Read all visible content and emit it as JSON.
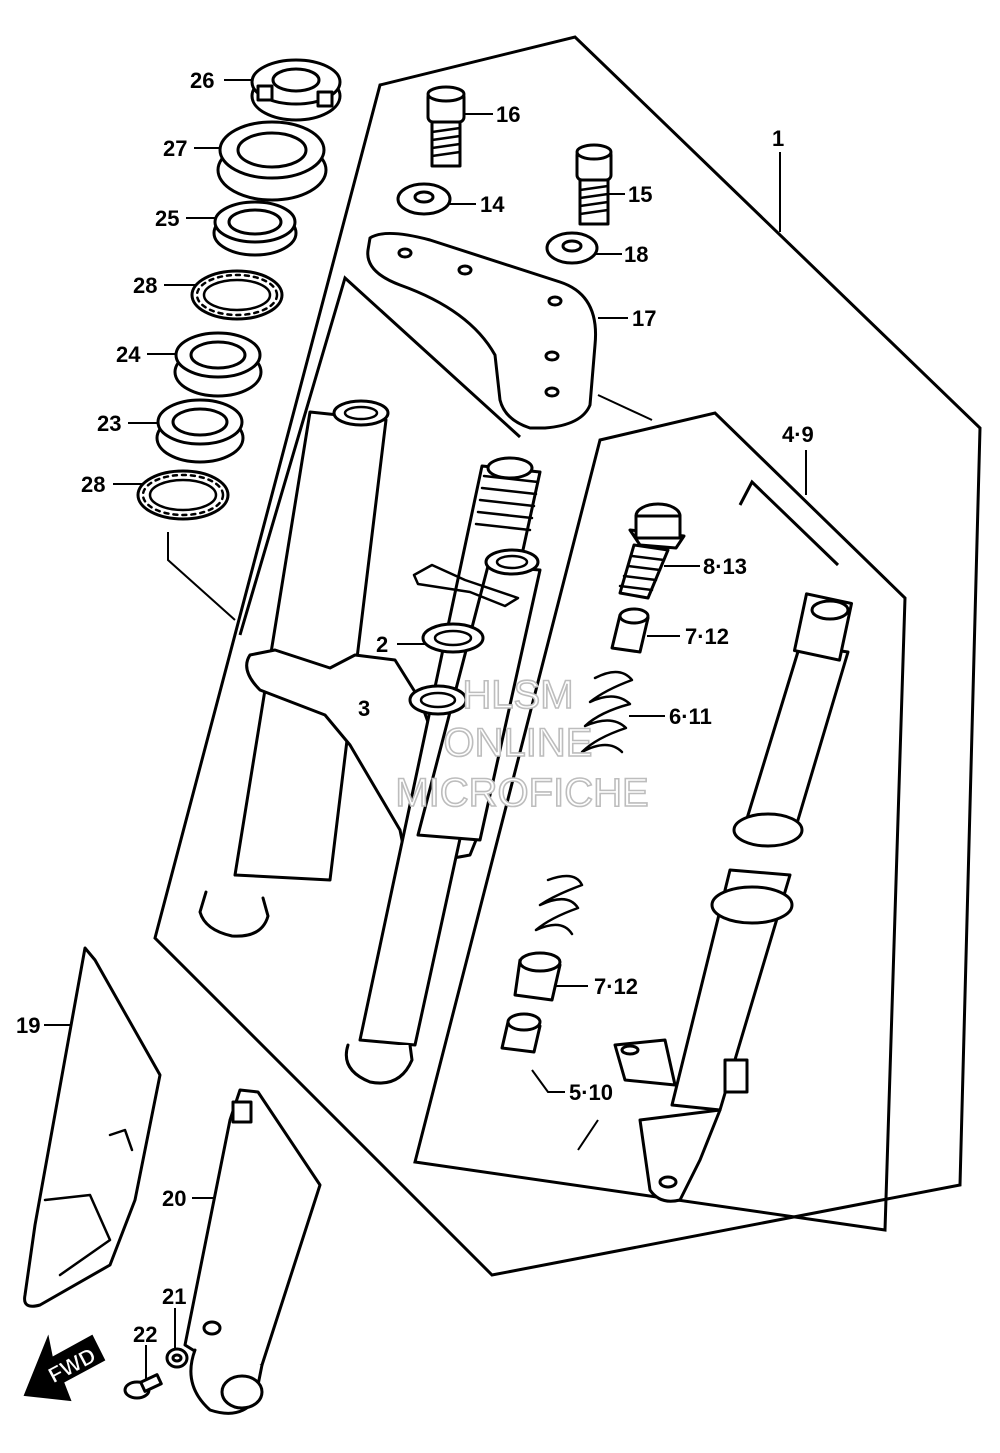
{
  "callouts": {
    "c1": "1",
    "c2": "2",
    "c3": "3",
    "c4_9": "4·9",
    "c5_10": "5·10",
    "c6_11": "6·11",
    "c7_12_upper": "7·12",
    "c7_12_lower": "7·12",
    "c8_13": "8·13",
    "c14": "14",
    "c15": "15",
    "c16": "16",
    "c17": "17",
    "c18": "18",
    "c19": "19",
    "c20": "20",
    "c21": "21",
    "c22": "22",
    "c23": "23",
    "c24": "24",
    "c25": "25",
    "c26": "26",
    "c27": "27",
    "c28_upper": "28",
    "c28_lower": "28"
  },
  "direction_arrow": {
    "label": "FWD",
    "icon": "fwd-arrow-icon"
  },
  "watermark": {
    "line1": "HLSM",
    "line2": "ONLINE",
    "line3": "MICROFICHE",
    "color": "#bdbdbd"
  },
  "colors": {
    "ink": "#000000",
    "paper": "#ffffff"
  }
}
